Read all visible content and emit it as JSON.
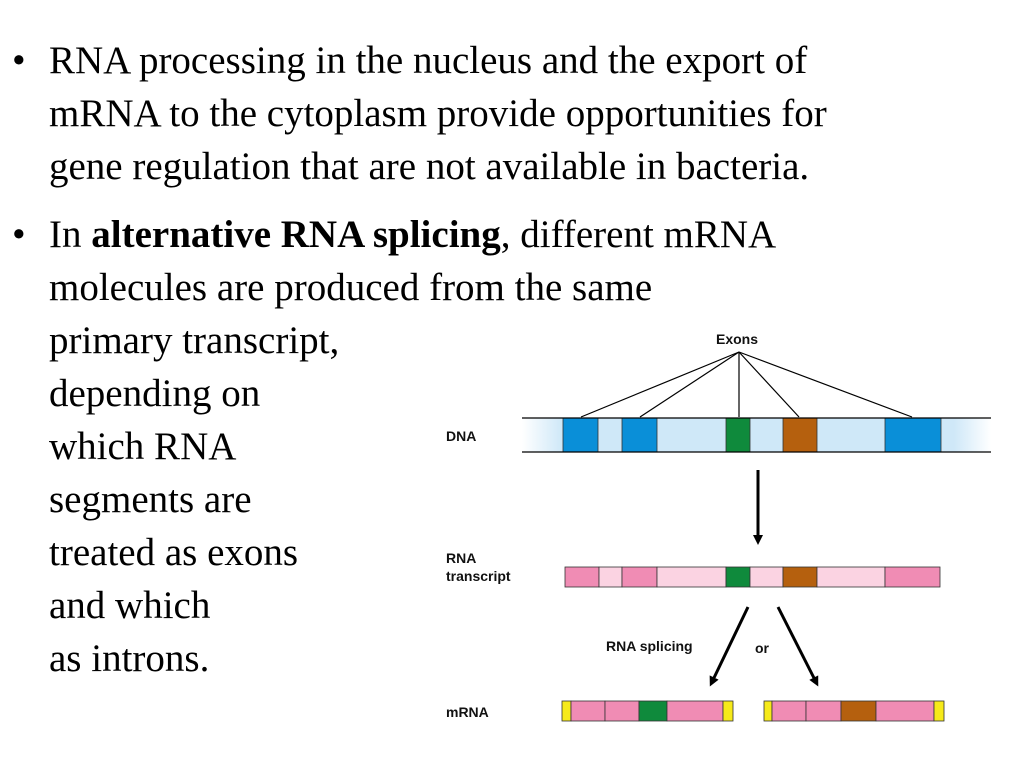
{
  "bullets": [
    {
      "text": "RNA processing in the nucleus and the export of mRNA to the cytoplasm provide opportunities for gene regulation that are not available in bacteria.",
      "lines": [
        "RNA processing in the nucleus and the export of",
        "mRNA to the cytoplasm provide opportunities for",
        "gene regulation that are not available in bacteria."
      ]
    },
    {
      "prefix": "In ",
      "term": "alternative RNA splicing",
      "line1_rest": ", different mRNA",
      "lines": [
        "molecules are produced from the same",
        "primary transcript,",
        "depending on",
        "which RNA",
        "segments are",
        "treated as exons",
        "and which",
        "as introns."
      ]
    }
  ],
  "bullet_symbol": "•",
  "diagram": {
    "labels": {
      "exons": "Exons",
      "dna": "DNA",
      "rna_transcript_line1": "RNA",
      "rna_transcript_line2": "transcript",
      "rna_splicing": "RNA splicing",
      "or": "or",
      "mrna": "mRNA"
    },
    "colors": {
      "exon_blue": "#0a8fd8",
      "dna_light": "#cfe8f8",
      "green_exon": "#0f8a3c",
      "orange_exon": "#b5600e",
      "rna_pink": "#f08cb4",
      "rna_light_pink": "#fbd3e2",
      "utr_yellow": "#f6ea1a"
    }
  }
}
